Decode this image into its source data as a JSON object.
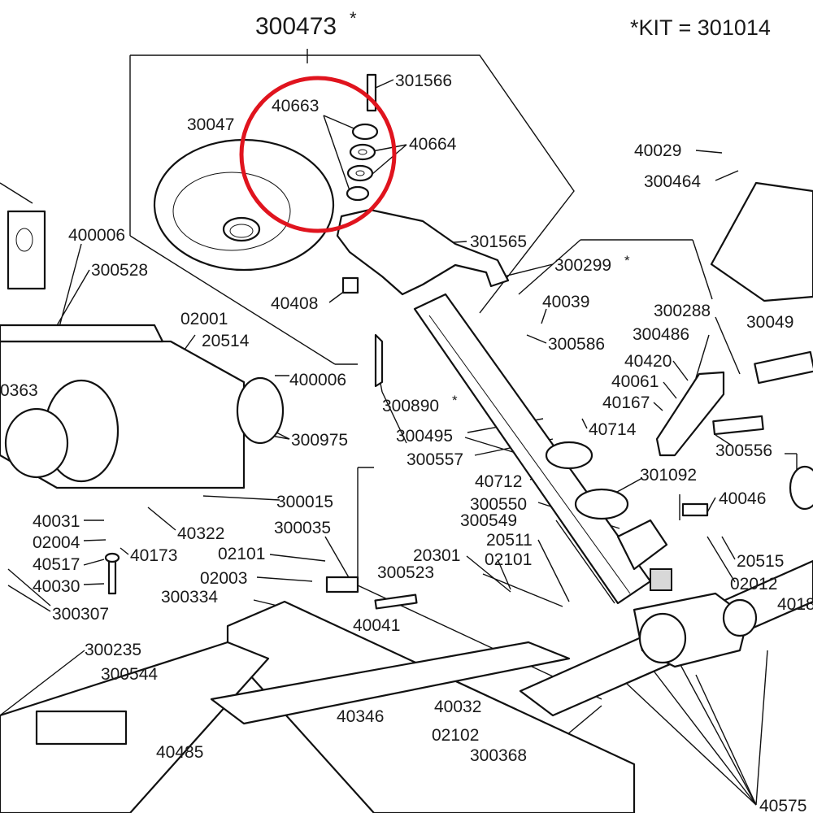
{
  "title": "300473",
  "title_mark": "*",
  "kit_note": "*KIT = 301014",
  "highlight_color": "#e0141e",
  "labels": {
    "l301566": "301566",
    "l40663": "40663",
    "l300474": "30047",
    "l40664": "40664",
    "l40029": "40029",
    "l300464": "300464",
    "l400006a": "400006",
    "l301565": "301565",
    "l300299": "300299",
    "l300299_mark": "*",
    "l300528": "300528",
    "l40408": "40408",
    "l40039": "40039",
    "l300288": "300288",
    "l300499": "30049",
    "l300486": "300486",
    "l300586": "300586",
    "l02001": "02001",
    "l20514": "20514",
    "l40420": "40420",
    "l300363": "0363",
    "l400006b": "400006",
    "l40061": "40061",
    "l300890": "300890",
    "l300890_mark": "*",
    "l40167": "40167",
    "l300495": "300495",
    "l40714": "40714",
    "l300975": "300975",
    "l300557": "300557",
    "l300556": "300556",
    "l40712": "40712",
    "l301092": "301092",
    "l300015": "300015",
    "l300550": "300550",
    "l40046": "40046",
    "l40031": "40031",
    "l40322": "40322",
    "l300035": "300035",
    "l300549": "300549",
    "l02004": "02004",
    "l40173": "40173",
    "l20511": "20511",
    "l20515": "20515",
    "l02101a": "02101",
    "l20301": "20301",
    "l02101b": "02101",
    "l40517": "40517",
    "l300523": "300523",
    "l02012": "02012",
    "l02003": "02003",
    "l4018": "4018",
    "l40030": "40030",
    "l300334": "300334",
    "l300307": "300307",
    "l40041": "40041",
    "l300235": "300235",
    "l300544": "300544",
    "l40032": "40032",
    "l40346": "40346",
    "l02102": "02102",
    "l300368": "300368",
    "l40485": "40485",
    "l40575": "40575"
  }
}
